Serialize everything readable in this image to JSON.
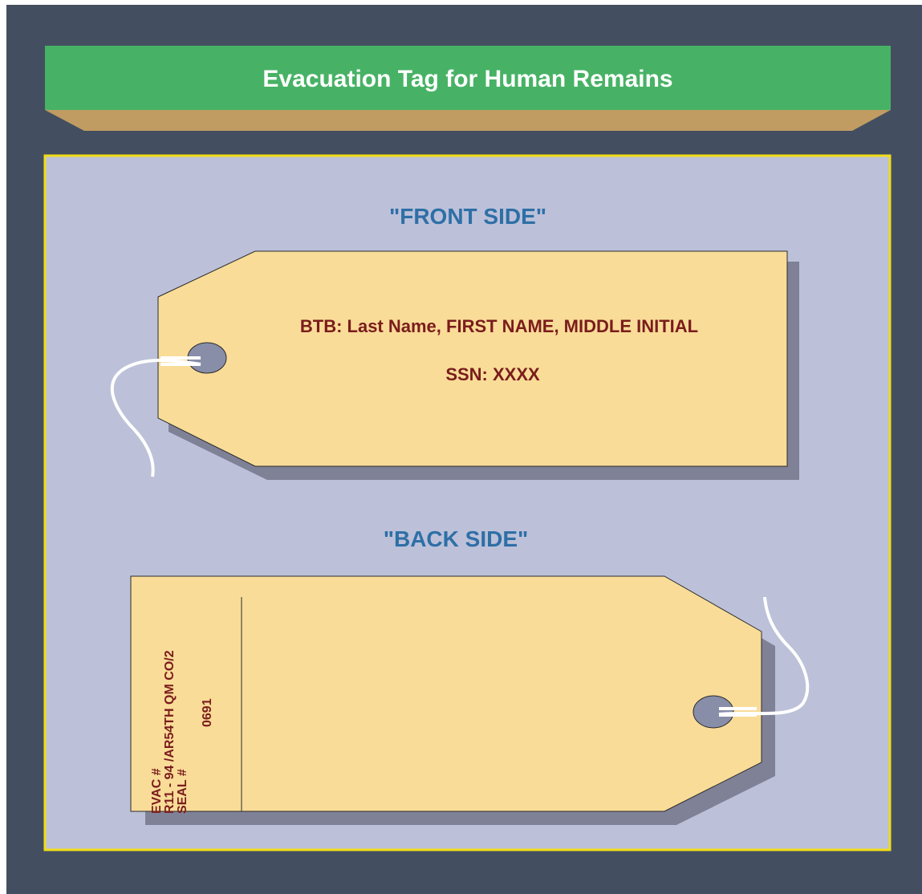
{
  "title": "Evacuation Tag for Human Remains",
  "front": {
    "label": "\"FRONT SIDE\"",
    "line1": "BTB:  Last Name, FIRST NAME, MIDDLE INITIAL",
    "line2": "SSN:  XXXX"
  },
  "back": {
    "label": "\"BACK SIDE\"",
    "line1": "EVAC #",
    "line2": "R11 - 94 /AR54TH QM CO/2",
    "line3": "SEAL #",
    "seal_number": "0691"
  },
  "colors": {
    "outer_background": "#434f60",
    "banner_green": "#47b265",
    "banner_tan": "#c19c62",
    "panel_fill": "#bcc1d9",
    "panel_border": "#f1dc17",
    "tag_fill": "#f9dc98",
    "tag_shadow": "#7f8196",
    "hole_fill": "#888ea8",
    "side_label": "#2e6fa6",
    "tag_text": "#7a1c1c"
  }
}
